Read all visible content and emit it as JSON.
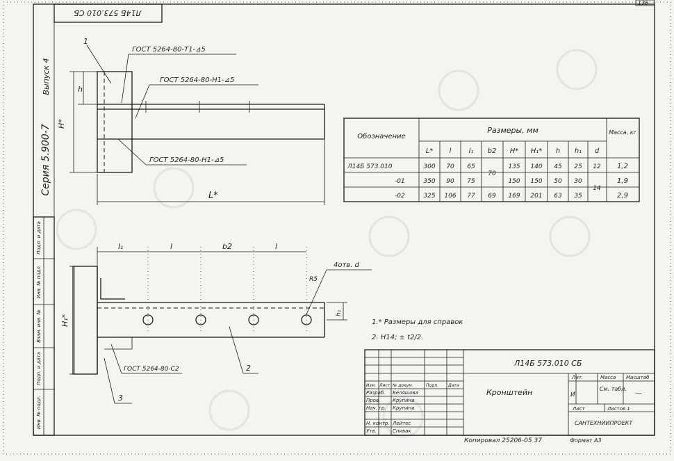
{
  "page_number": "136",
  "top_stamp": "Л14Б 573.010 СБ",
  "series_side": {
    "issue": "Выпуск 4",
    "series": "Серия 5.900-7"
  },
  "side_stamp": [
    "Подп. и дата",
    "Инв. № подл.",
    "Взам. инв. №",
    "Подп. и дата",
    "Инв. № подл."
  ],
  "upper_view": {
    "pos_1": "1",
    "weld_1": "ГОСТ 5264-80-Т1-⊿5",
    "weld_2": "ГОСТ 5264-80-Н1-⊿5",
    "weld_3": "ГОСТ 5264-80-Н1-⊿5",
    "dim_h": "h",
    "dim_H": "H*",
    "dim_L": "L*"
  },
  "lower_view": {
    "dim_l1": "l₁",
    "dim_l": "l",
    "dim_b2": "b2",
    "dim_l_2": "l",
    "holes": "4отв. d",
    "radius": "R5",
    "dim_h1": "h₁",
    "dim_H1": "H₁*",
    "weld": "ГОСТ 5264-80-С2",
    "pos_2": "2",
    "pos_3": "3"
  },
  "notes": {
    "n1": "1.* Размеры для справок",
    "n2": "2. Н14; ± t2/2."
  },
  "spec_table": {
    "col_designation": "Обозначение",
    "col_sizes": "Размеры, мм",
    "col_mass": "Масса, кг",
    "sub_headers": [
      "L*",
      "l",
      "l₁",
      "b2",
      "H*",
      "H₁*",
      "h",
      "h₁",
      "d"
    ],
    "rows": [
      {
        "designation": "Л14Б 573.010",
        "L": "300",
        "l": "70",
        "l1": "65",
        "H": "135",
        "H1": "140",
        "h": "45",
        "h1": "25",
        "d": "12",
        "mass": "1,2"
      },
      {
        "designation": "-01",
        "L": "350",
        "l": "90",
        "l1": "75",
        "H": "150",
        "H1": "150",
        "h": "50",
        "h1": "30",
        "mass": "1,9"
      },
      {
        "designation": "-02",
        "L": "325",
        "l": "106",
        "l1": "77",
        "b2": "69",
        "H": "169",
        "H1": "201",
        "h": "63",
        "h1": "35",
        "mass": "2,9"
      }
    ],
    "b2_merged": "70",
    "d_merged": "14"
  },
  "title_block": {
    "code": "Л14Б 573.010 СБ",
    "title": "Кронштейн",
    "lit": "Лит.",
    "mass": "Масса",
    "scale": "Масштаб",
    "lit_value": "И",
    "mass_value": "См. табл.",
    "scale_value": "—",
    "sheet": "Лист",
    "sheets": "Листов 1",
    "org": "САНТЕХНИИПРОЕКТ",
    "roles": [
      {
        "role": "Изм.",
        "name": "Лист",
        "doc": "№ докум.",
        "sign": "Подп.",
        "date": "Дата"
      },
      {
        "role": "Разраб.",
        "name": "Беляшова"
      },
      {
        "role": "Пров.",
        "name": "Крупина"
      },
      {
        "role": "Нач. гр.",
        "name": "Крупина"
      },
      {
        "role": "Н. контр.",
        "name": "Лейтес"
      },
      {
        "role": "Утв.",
        "name": "Спивак"
      }
    ]
  },
  "bottom": {
    "copied": "Копировал 25206-05 37",
    "format": "Формат А3"
  }
}
